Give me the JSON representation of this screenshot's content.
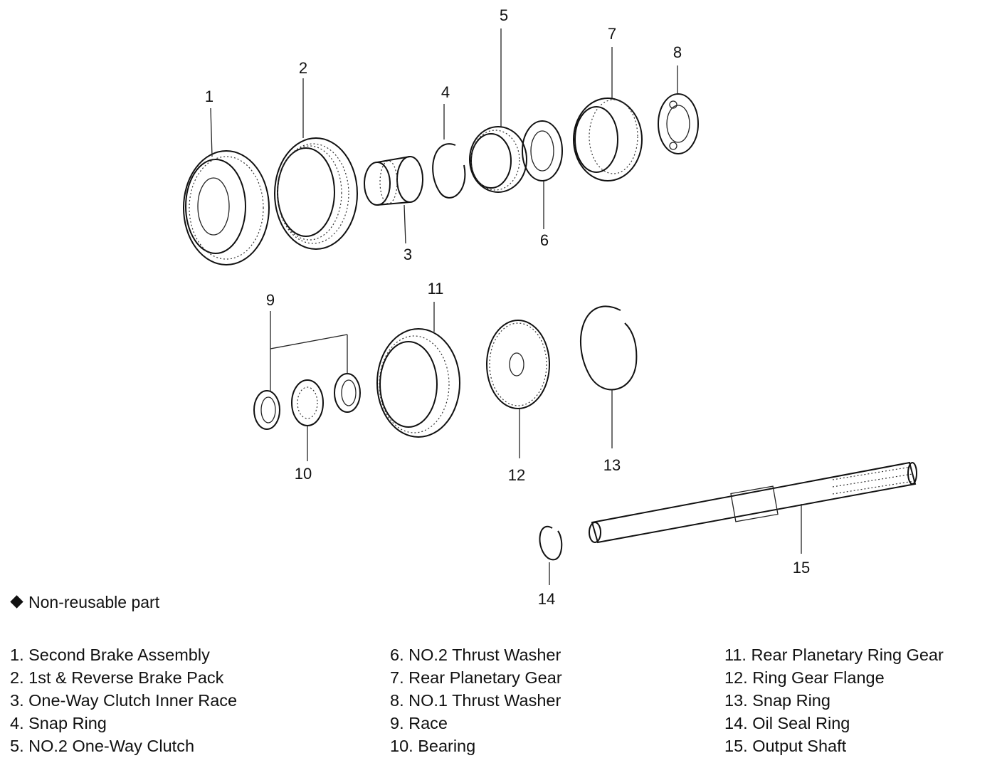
{
  "diagram": {
    "callouts": [
      "1",
      "2",
      "3",
      "4",
      "5",
      "6",
      "7",
      "8",
      "9",
      "10",
      "11",
      "12",
      "13",
      "14",
      "15"
    ],
    "note": "Non-reusable part",
    "legend": [
      "1. Second Brake Assembly",
      "2. 1st & Reverse Brake Pack",
      "3. One-Way Clutch Inner Race",
      "4. Snap Ring",
      "5. NO.2 One-Way Clutch",
      "6. NO.2 Thrust Washer",
      "7. Rear Planetary Gear",
      "8. NO.1 Thrust Washer",
      "9. Race",
      "10. Bearing",
      "11. Rear Planetary Ring Gear",
      "12. Ring Gear Flange",
      "13. Snap Ring",
      "14. Oil Seal Ring",
      "15. Output Shaft"
    ]
  },
  "icons": {
    "note_marker": "diamond-icon"
  }
}
